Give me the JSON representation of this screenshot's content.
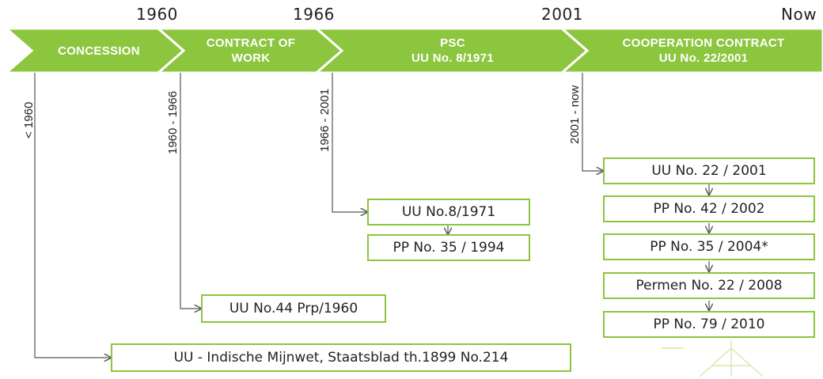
{
  "years": [
    "1960",
    "1966",
    "2001",
    "Now"
  ],
  "phases": [
    {
      "line1": "CONCESSION",
      "line2": ""
    },
    {
      "line1": "CONTRACT OF",
      "line2": "WORK"
    },
    {
      "line1": "PSC",
      "line2": "UU No. 8/1971"
    },
    {
      "line1": "COOPERATION CONTRACT",
      "line2": "UU No. 22/2001"
    }
  ],
  "period_labels": [
    "< 1960",
    "1960 - 1966",
    "1966 - 2001",
    "2001 - now"
  ],
  "regulations": {
    "concession": "UU - Indische Mijnwet, Staatsblad th.1899 No.214",
    "contract_of_work": "UU No.44 Prp/1960",
    "psc": [
      "UU No.8/1971",
      "PP No. 35 / 1994"
    ],
    "cooperation": [
      "UU No. 22 / 2001",
      "PP No. 42 / 2002",
      "PP No. 35 / 2004*",
      "Permen No. 22 / 2008",
      "PP No. 79 / 2010"
    ]
  },
  "colors": {
    "chevron": "#8cc63f",
    "box_border": "#8cc63f",
    "connector": "#555555"
  }
}
